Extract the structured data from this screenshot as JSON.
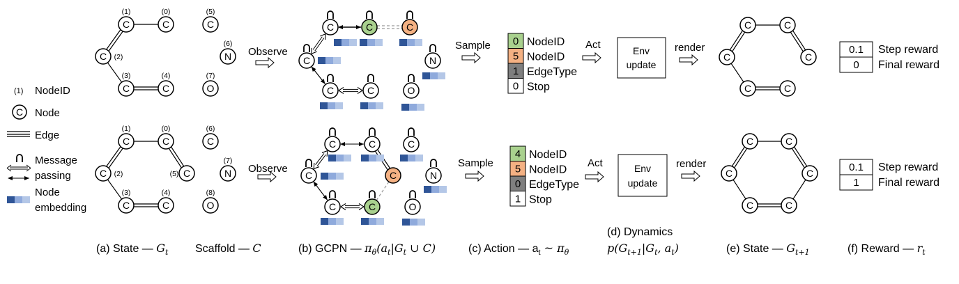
{
  "legend": {
    "node_id_sample": "(1)",
    "node_id_label": "NodeID",
    "node_sample": "C",
    "node_label": "Node",
    "edge_label": "Edge",
    "message_label_line1": "Message",
    "message_label_line2": "passing",
    "embedding_label_line1": "Node",
    "embedding_label_line2": "embedding"
  },
  "arrows": {
    "observe": "Observe",
    "sample": "Sample",
    "act": "Act",
    "render": "render"
  },
  "env_box": {
    "line1": "Env",
    "line2": "update"
  },
  "colors": {
    "green_node": "#a9d18e",
    "orange_node": "#f4b183",
    "gray_box": "#7f7f7f",
    "emb_dark": "#2f5597",
    "emb_mid": "#8faadc",
    "emb_light": "#b4c7e7"
  },
  "rows": [
    {
      "state_graph": {
        "nodes": [
          {
            "id": "(1)",
            "el": "C"
          },
          {
            "id": "(0)",
            "el": "C"
          },
          {
            "id": "(5)",
            "el": "C"
          },
          {
            "id": "(2)",
            "el": "C"
          },
          {
            "id": "(6)",
            "el": "N"
          },
          {
            "id": "(3)",
            "el": "C"
          },
          {
            "id": "(4)",
            "el": "C"
          },
          {
            "id": "(7)",
            "el": "O"
          }
        ]
      },
      "gcpn_nodes": [
        "C",
        "C",
        "C",
        "C",
        "N",
        "C",
        "C",
        "O"
      ],
      "action": [
        {
          "value": "0",
          "label": "NodeID",
          "color": "green"
        },
        {
          "value": "5",
          "label": "NodeID",
          "color": "orange"
        },
        {
          "value": "1",
          "label": "EdgeType",
          "color": "gray"
        },
        {
          "value": "0",
          "label": "Stop",
          "color": "white"
        }
      ],
      "next_state_nodes": [
        "C",
        "C",
        "C",
        "C",
        "C",
        "C"
      ],
      "reward": [
        {
          "value": "0.1",
          "label": "Step reward"
        },
        {
          "value": "0",
          "label": "Final reward"
        }
      ]
    },
    {
      "state_graph": {
        "nodes": [
          {
            "id": "(1)",
            "el": "C"
          },
          {
            "id": "(0)",
            "el": "C"
          },
          {
            "id": "(6)",
            "el": "C"
          },
          {
            "id": "(2)",
            "el": "C"
          },
          {
            "id": "(5)",
            "el": "C"
          },
          {
            "id": "(7)",
            "el": "N"
          },
          {
            "id": "(3)",
            "el": "C"
          },
          {
            "id": "(4)",
            "el": "C"
          },
          {
            "id": "(8)",
            "el": "O"
          }
        ]
      },
      "gcpn_nodes": [
        "C",
        "C",
        "C",
        "C",
        "C",
        "N",
        "C",
        "C",
        "O"
      ],
      "action": [
        {
          "value": "4",
          "label": "NodeID",
          "color": "green"
        },
        {
          "value": "5",
          "label": "NodeID",
          "color": "orange"
        },
        {
          "value": "0",
          "label": "EdgeType",
          "color": "gray"
        },
        {
          "value": "1",
          "label": "Stop",
          "color": "white"
        }
      ],
      "next_state_nodes": [
        "C",
        "C",
        "C",
        "C",
        "C",
        "C"
      ],
      "reward": [
        {
          "value": "0.1",
          "label": "Step reward"
        },
        {
          "value": "1",
          "label": "Final reward"
        }
      ]
    }
  ],
  "captions": {
    "a": "(a) State — ",
    "a_math": "G",
    "a_sub": "t",
    "scaffold": "Scaffold — ",
    "scaffold_math": "C",
    "b": "(b) GCPN — ",
    "b_math": "π",
    "b_sub": "θ",
    "b_rest": "(a",
    "b_rest_sub": "t",
    "b_rest2": "|G",
    "b_rest2_sub": "t",
    "b_rest3": " ∪ C)",
    "c": "(c) Action — a",
    "c_sub": "t",
    "c_rest": " ~ π",
    "c_rest_sub": "θ",
    "d_line1": "(d) Dynamics",
    "d_math": "p(G",
    "d_sub1": "t+1",
    "d_mid": "|G",
    "d_sub2": "t",
    "d_mid2": ", a",
    "d_sub3": "t",
    "d_end": ")",
    "e": "(e) State — ",
    "e_math": "G",
    "e_sub": "t+1",
    "f": "(f) Reward — ",
    "f_math": "r",
    "f_sub": "t"
  }
}
